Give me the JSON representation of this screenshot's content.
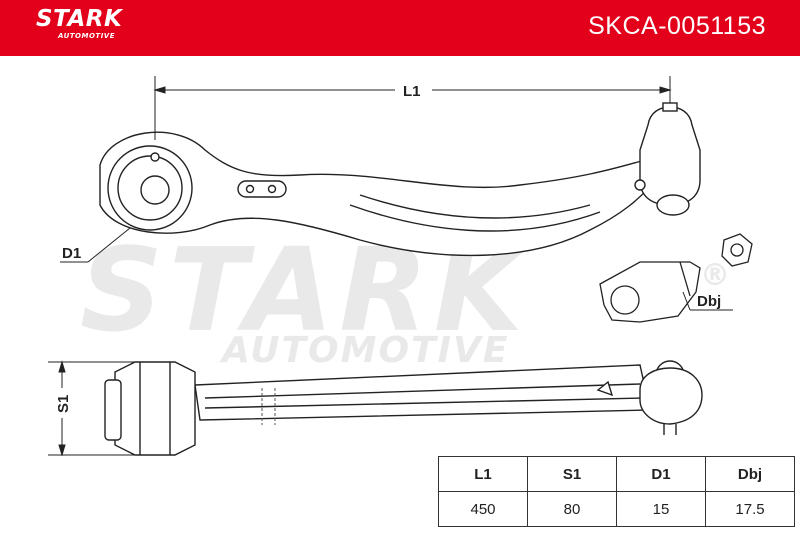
{
  "header": {
    "brand": "STARK",
    "brand_sub": "AUTOMOTIVE",
    "part_number": "SKCA-0051153",
    "color": "#e2001a"
  },
  "watermark": {
    "brand": "STARK",
    "sub": "AUTOMOTIVE",
    "registered": "®"
  },
  "dimensions": {
    "L1": "L1",
    "D1": "D1",
    "S1": "S1",
    "Dbj": "Dbj"
  },
  "table": {
    "headers": [
      "L1",
      "S1",
      "D1",
      "Dbj"
    ],
    "values": [
      "450",
      "80",
      "15",
      "17.5"
    ]
  }
}
